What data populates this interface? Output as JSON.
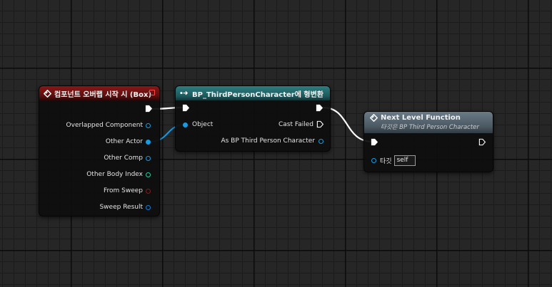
{
  "event_node": {
    "title": "컴포넌트 오버랩 시작 시 (Box)",
    "pins": [
      {
        "label": "Overlapped Component",
        "color": "#1a9be0",
        "connected": false
      },
      {
        "label": "Other Actor",
        "color": "#1a9be0",
        "connected": true
      },
      {
        "label": "Other Comp",
        "color": "#1a9be0",
        "connected": false
      },
      {
        "label": "Other Body Index",
        "color": "#2ec8a0",
        "connected": false
      },
      {
        "label": "From Sweep",
        "color": "#8a1a1a",
        "connected": false
      },
      {
        "label": "Sweep Result",
        "color": "#1a7ad8",
        "connected": false
      }
    ]
  },
  "cast_node": {
    "title": "BP_ThirdPersonCharacter에 형변환",
    "input_pin": "Object",
    "cast_failed": "Cast Failed",
    "output_pin": "As BP Third Person Character"
  },
  "function_node": {
    "title": "Next Level Function",
    "subtitle": "타깃은 BP Third Person Character",
    "target_label": "타깃",
    "target_value": "self"
  },
  "colors": {
    "event_header": "#8a1717",
    "cast_header": "#2e7d80",
    "function_header": "#5f6e7a",
    "object_pin": "#1a9be0",
    "exec_wire": "#ffffff"
  }
}
